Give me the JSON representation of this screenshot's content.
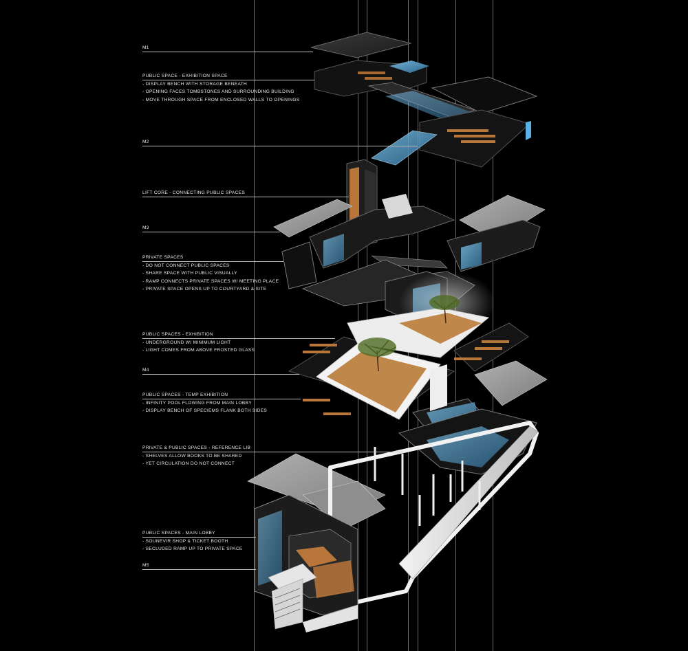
{
  "labels": {
    "m1": "M1",
    "m2": "M2",
    "m3": "M3",
    "m4": "M4",
    "m5": "M5"
  },
  "annotations": {
    "exhibition_space": {
      "title": "PUBLIC SPACE - EXHIBITION SPACE",
      "lines": [
        "- DISPLAY BENCH WITH STORAGE BENEATH",
        "- OPENING FACES TOMBSTONES AND SURROUNDING BUILDING",
        "- MOVE THROUGH SPACE FROM ENCLOSED WALLS TO OPENINGS"
      ]
    },
    "lift_core": {
      "title": "LIFT CORE - CONNECTING PUBLIC SPACES"
    },
    "private_spaces": {
      "title": "PRIVATE SPACES",
      "lines": [
        "- DO NOT CONNECT PUBLIC SPACES",
        "- SHARE SPACE WITH PUBLIC VISUALLY",
        "- RAMP CONNECTS PRIVATE SPACES W/ MEETING PLACE",
        "- PRIVATE SPACE OPENS UP TO COURTYARD & SITE"
      ]
    },
    "public_exhibition": {
      "title": "PUBLIC SPACES - EXHIBITION",
      "lines": [
        "- UNDERGROUND W/ MINIMUM LIGHT",
        "- LIGHT COMES FROM ABOVE FROSTED GLASS"
      ]
    },
    "temp_exhibition": {
      "title": "PUBLIC SPACES - TEMP EXHIBITION",
      "lines": [
        "- INFINITY POOL FLOWING FROM MAIN LOBBY",
        "- DISPLAY BENCH OF SPECIEMS FLANK BOTH SIDES"
      ]
    },
    "reference_lib": {
      "title": "PRIVATE & PUBLIC SPACES - REFERENCE LIB",
      "lines": [
        "- SHELVES ALLOW BOOKS TO BE SHARED",
        "- YET CIRCULATION DO NOT CONNECT"
      ]
    },
    "main_lobby": {
      "title": "PUBLIC SPACES - MAIN LOBBY",
      "lines": [
        "- SOUNEVIR SHOP & TICKET BOOTH",
        "- SECLUDED RAMP UP TO PRIVATE SPACE"
      ]
    }
  },
  "colors": {
    "background": "#000000",
    "slab_light": "#9a9a9a",
    "slab_dark": "#2b2b2b",
    "wall_white": "#e9e9e9",
    "glass_blue": "#3a86b8",
    "timber": "#b8763a",
    "tree_green": "#4d6b22"
  }
}
